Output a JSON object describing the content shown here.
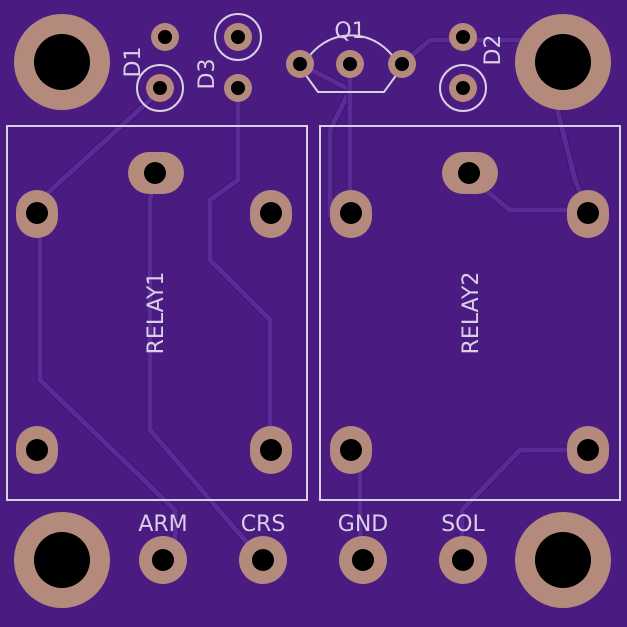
{
  "colors": {
    "board": "#4a1c82",
    "silkscreen": "#d9cfe6",
    "copper_pad": "#b48a7c",
    "trace": "#5a2a96",
    "drill": "#000000"
  },
  "labels": {
    "d1": "D1",
    "d2": "D2",
    "d3": "D3",
    "q1": "Q1",
    "relay1": "RELAY1",
    "relay2": "RELAY2",
    "arm": "ARM",
    "crs": "CRS",
    "gnd": "GND",
    "sol": "SOL"
  }
}
